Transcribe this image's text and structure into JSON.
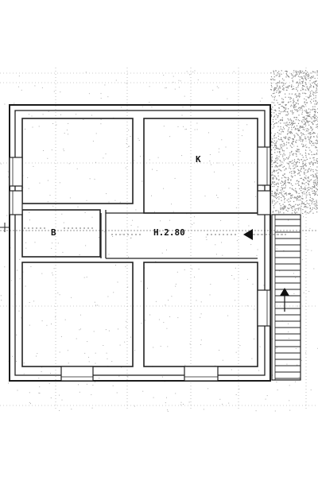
{
  "plan": {
    "room_labels": {
      "bath": "B",
      "kitchen": "K"
    },
    "hall_level": "H.2.80"
  },
  "colors": {
    "line": "#1a1a1a",
    "paper": "#ffffff",
    "speckle": "#8a8a8a"
  }
}
